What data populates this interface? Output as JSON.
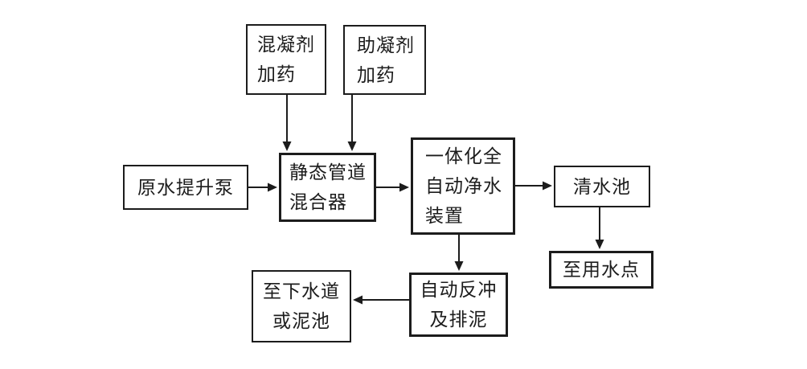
{
  "diagram": {
    "title": "water-treatment-process-flow",
    "background_color": "#ffffff",
    "line_color": "#1c1c1c",
    "nodes": {
      "coagulant_dosing": {
        "lines": [
          "混凝剂",
          "加药"
        ]
      },
      "coagulant_aid_dosing": {
        "lines": [
          "助凝剂",
          "加药"
        ]
      },
      "raw_water_lift_pump": {
        "lines": [
          "原水提升泵"
        ]
      },
      "static_pipe_mixer": {
        "lines": [
          "静态管道",
          "混合器"
        ]
      },
      "integrated_auto_purifier": {
        "lines": [
          "一体化全",
          "自动净水",
          "装置"
        ]
      },
      "clear_water_tank": {
        "lines": [
          "清水池"
        ]
      },
      "to_water_use_point": {
        "lines": [
          "至用水点"
        ]
      },
      "auto_backwash_sludge": {
        "lines": [
          "自动反冲",
          "及排泥"
        ]
      },
      "to_sewer_or_mud_pond": {
        "lines": [
          "至下水道",
          "或泥池"
        ]
      }
    },
    "connections": [
      {
        "from": "coagulant_dosing",
        "to": "static_pipe_mixer"
      },
      {
        "from": "coagulant_aid_dosing",
        "to": "static_pipe_mixer"
      },
      {
        "from": "raw_water_lift_pump",
        "to": "static_pipe_mixer"
      },
      {
        "from": "static_pipe_mixer",
        "to": "integrated_auto_purifier"
      },
      {
        "from": "integrated_auto_purifier",
        "to": "clear_water_tank"
      },
      {
        "from": "clear_water_tank",
        "to": "to_water_use_point"
      },
      {
        "from": "integrated_auto_purifier",
        "to": "auto_backwash_sludge"
      },
      {
        "from": "auto_backwash_sludge",
        "to": "to_sewer_or_mud_pond"
      }
    ]
  }
}
